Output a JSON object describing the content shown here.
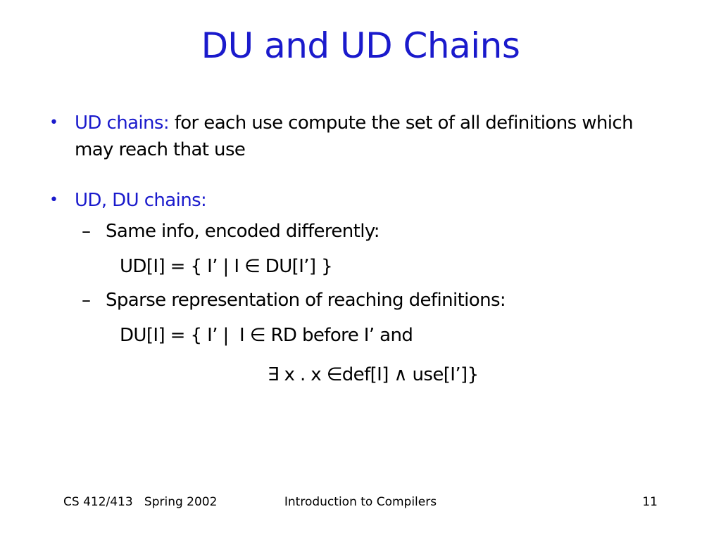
{
  "slide": {
    "title": "DU and UD Chains",
    "bullets": [
      {
        "label": "UD chains:",
        "text": " for each use compute the set of all definitions which may reach that use"
      },
      {
        "label": "UD, DU chains:"
      }
    ],
    "subs": [
      {
        "dash": "–",
        "text": "Same info, encoded differently:"
      },
      {
        "dash": "–",
        "text": "Sparse representation of reaching definitions:"
      }
    ],
    "formulas": {
      "ud_formula": "UD[I] = { I’ | I ∈ DU[I’] }",
      "du_formula_line1": "DU[I] = { I’ |  I ∈ RD before I’ and",
      "du_formula_line2": "∃ x . x ∈def[I] ∧ use[I’]}"
    },
    "bullet_glyph": "•",
    "colors": {
      "accent": "#1a1acc",
      "text": "#000000",
      "background": "#ffffff"
    }
  },
  "footer": {
    "course": "CS 412/413   Spring 2002",
    "center": "Introduction to Compilers",
    "page_number": "11"
  }
}
